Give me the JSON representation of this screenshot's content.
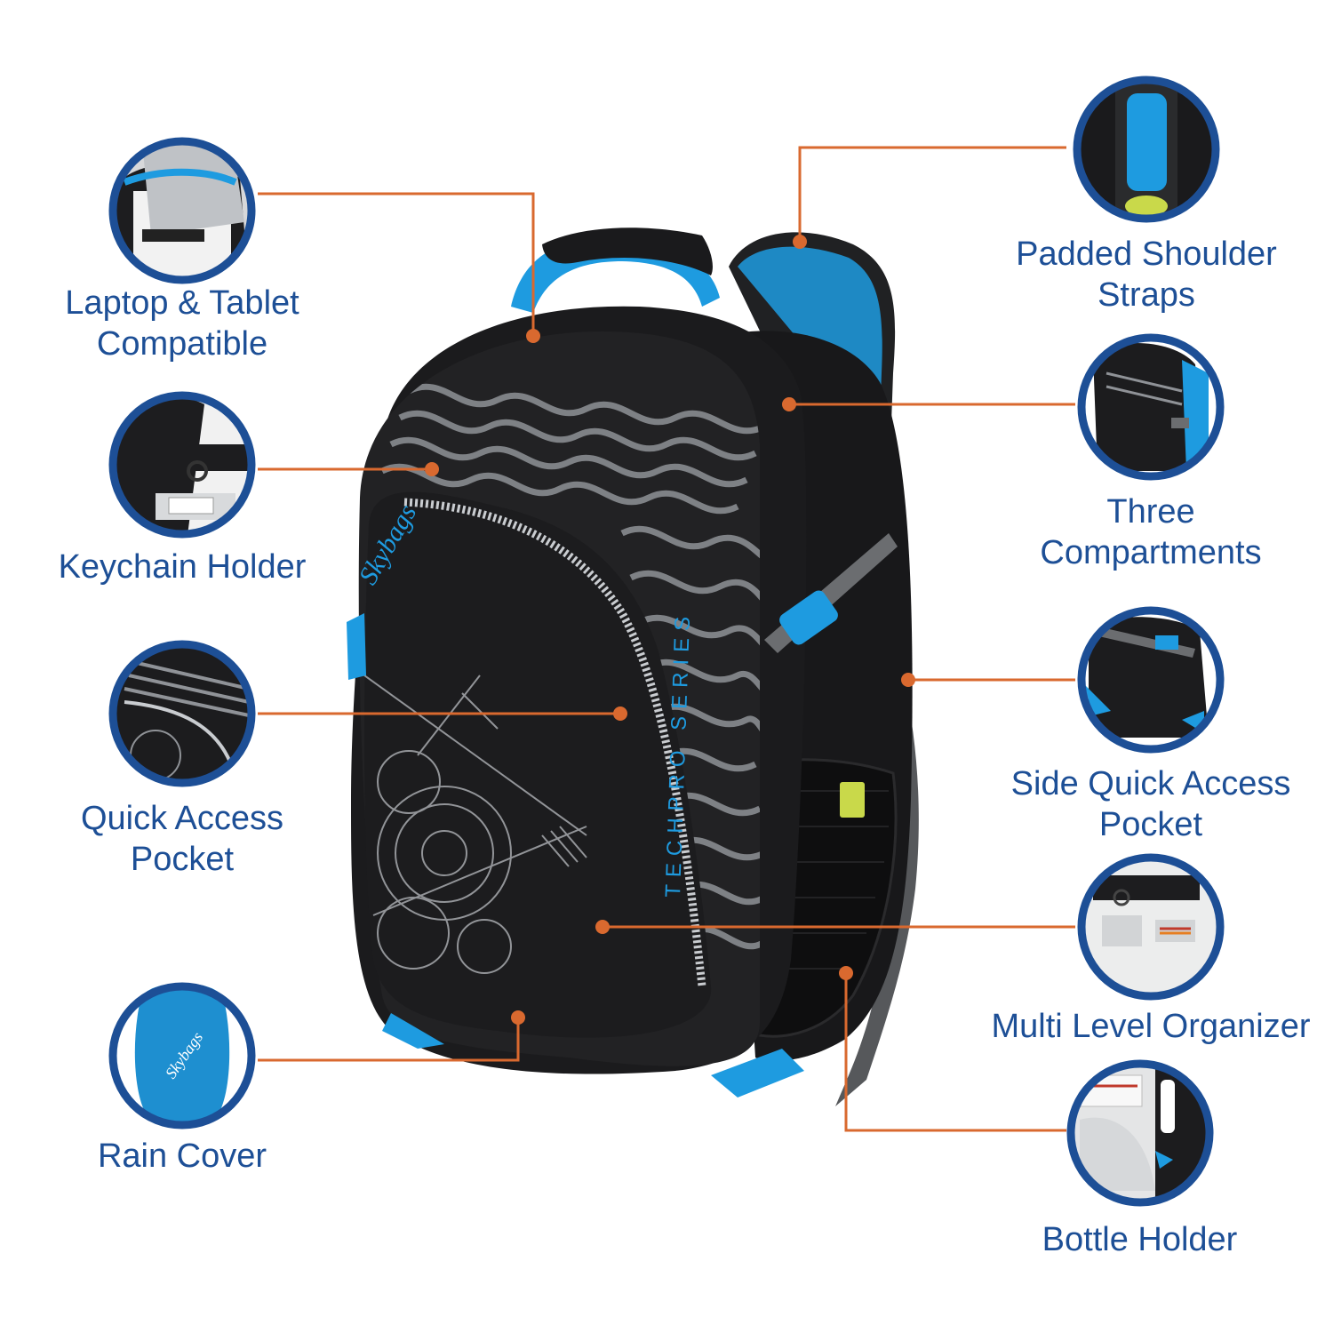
{
  "colors": {
    "label_text": "#1d4f96",
    "ring": "#1d4f96",
    "leader_line": "#d9692f",
    "backpack_body": "#1b1b1d",
    "accent_blue": "#1e9be0",
    "strap_grey": "#6b6d70"
  },
  "brand": {
    "logo_text": "Skybags",
    "series_text": "TECHPRO SERIES"
  },
  "features": [
    {
      "id": "laptop",
      "lines": [
        "Laptop & Tablet",
        "Compatible"
      ],
      "icon": "laptop-compartment"
    },
    {
      "id": "keychain",
      "lines": [
        "Keychain Holder"
      ],
      "icon": "keychain-clip"
    },
    {
      "id": "quick-access",
      "lines": [
        "Quick Access",
        "Pocket"
      ],
      "icon": "front-pocket"
    },
    {
      "id": "rain-cover",
      "lines": [
        "Rain Cover"
      ],
      "icon": "rain-cover"
    },
    {
      "id": "shoulder-straps",
      "lines": [
        "Padded Shoulder",
        "Straps"
      ],
      "icon": "padded-straps"
    },
    {
      "id": "compartments",
      "lines": [
        "Three",
        "Compartments"
      ],
      "icon": "compartments"
    },
    {
      "id": "side-pocket",
      "lines": [
        "Side Quick Access",
        "Pocket"
      ],
      "icon": "side-pocket"
    },
    {
      "id": "organizer",
      "lines": [
        "Multi Level Organizer"
      ],
      "icon": "organizer"
    },
    {
      "id": "bottle",
      "lines": [
        "Bottle Holder"
      ],
      "icon": "bottle-holder"
    }
  ]
}
